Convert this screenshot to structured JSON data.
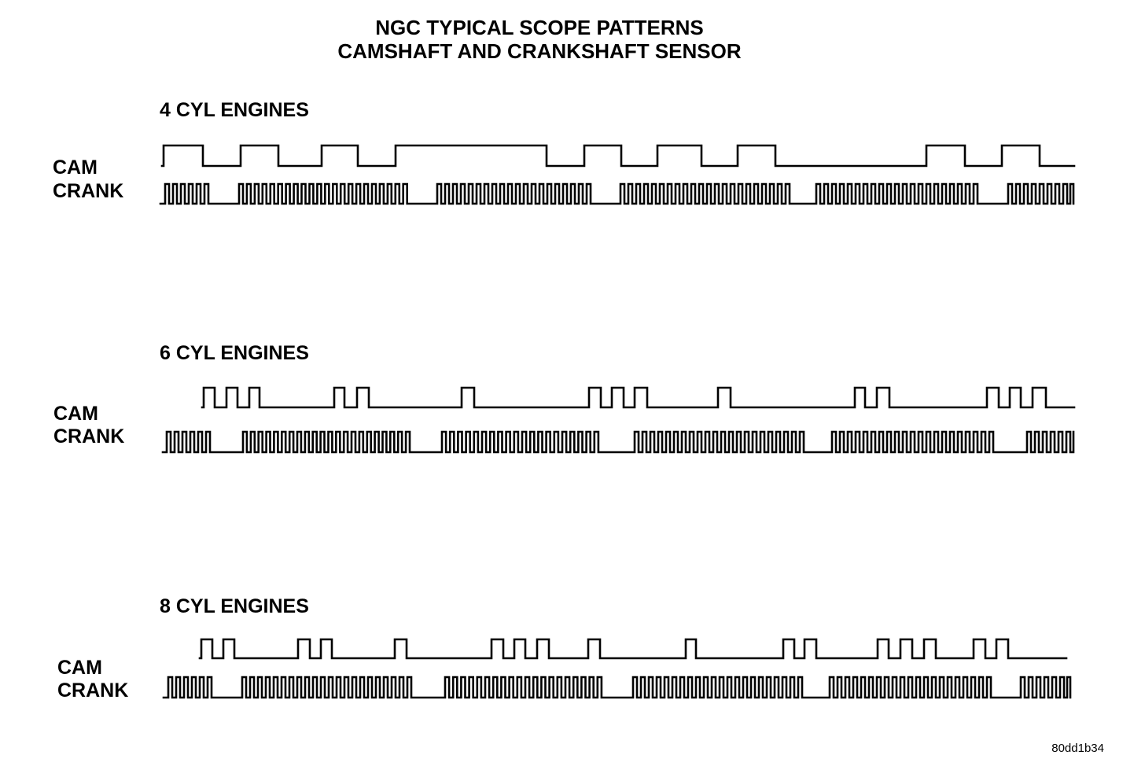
{
  "title": [
    "NGC TYPICAL SCOPE PATTERNS",
    "CAMSHAFT AND CRANKSHAFT SENSOR"
  ],
  "figure_id": "80dd1b34",
  "sections": [
    {
      "title": "4 CYL ENGINES",
      "cam_label": "CAM",
      "crank_label": "CRANK",
      "cam_initial_level": "low",
      "cam_transitions": [
        208,
        258,
        306,
        354,
        409,
        455,
        503,
        695,
        743,
        790,
        836,
        892,
        938,
        986,
        1178,
        1227,
        1274,
        1322
      ],
      "cam_end": 1366,
      "crank_start": 204,
      "crank_groups": [
        {
          "start": 210,
          "count": 6
        },
        {
          "start": 304,
          "count": 22,
          "period": 9.94
        },
        {
          "start": 556,
          "count": 20
        },
        {
          "start": 789,
          "count": 22
        },
        {
          "start": 1038,
          "count": 21
        },
        {
          "start": 1282,
          "count": 8
        }
      ],
      "crank_end": 1364
    },
    {
      "title": "6 CYL ENGINES",
      "cam_label": "CAM",
      "crank_label": "CRANK",
      "cam_initial_level": "low",
      "cam_transitions": [
        259,
        273,
        288,
        302,
        317,
        330,
        425,
        438,
        454,
        469,
        587,
        603,
        749,
        764,
        778,
        793,
        807,
        823,
        913,
        929,
        1087,
        1100,
        1115,
        1131,
        1255,
        1270,
        1284,
        1298,
        1313,
        1330
      ],
      "cam_end": 1366,
      "crank_start": 207,
      "crank_groups": [
        {
          "start": 212,
          "count": 6
        },
        {
          "start": 309,
          "count": 22,
          "period": 9.86
        },
        {
          "start": 562,
          "count": 20,
          "period": 10.2
        },
        {
          "start": 807,
          "count": 22
        },
        {
          "start": 1058,
          "count": 21
        },
        {
          "start": 1306,
          "count": 6
        }
      ],
      "crank_end": 1362
    },
    {
      "title": "8 CYL ENGINES",
      "cam_label": "CAM",
      "crank_label": "CRANK",
      "cam_initial_level": "low",
      "cam_transitions": [
        256,
        270,
        284,
        298,
        379,
        394,
        408,
        422,
        502,
        517,
        625,
        640,
        654,
        668,
        683,
        698,
        748,
        763,
        872,
        885,
        996,
        1010,
        1023,
        1038,
        1116,
        1130,
        1145,
        1160,
        1175,
        1190,
        1238,
        1253,
        1267,
        1282
      ],
      "cam_end": 1356,
      "crank_start": 208,
      "crank_groups": [
        {
          "start": 214,
          "count": 6
        },
        {
          "start": 308,
          "count": 22,
          "period": 10.0
        },
        {
          "start": 566,
          "count": 20,
          "period": 10.2
        },
        {
          "start": 805,
          "count": 22
        },
        {
          "start": 1055,
          "count": 21
        },
        {
          "start": 1298,
          "count": 6
        }
      ],
      "crank_end": 1360
    }
  ]
}
